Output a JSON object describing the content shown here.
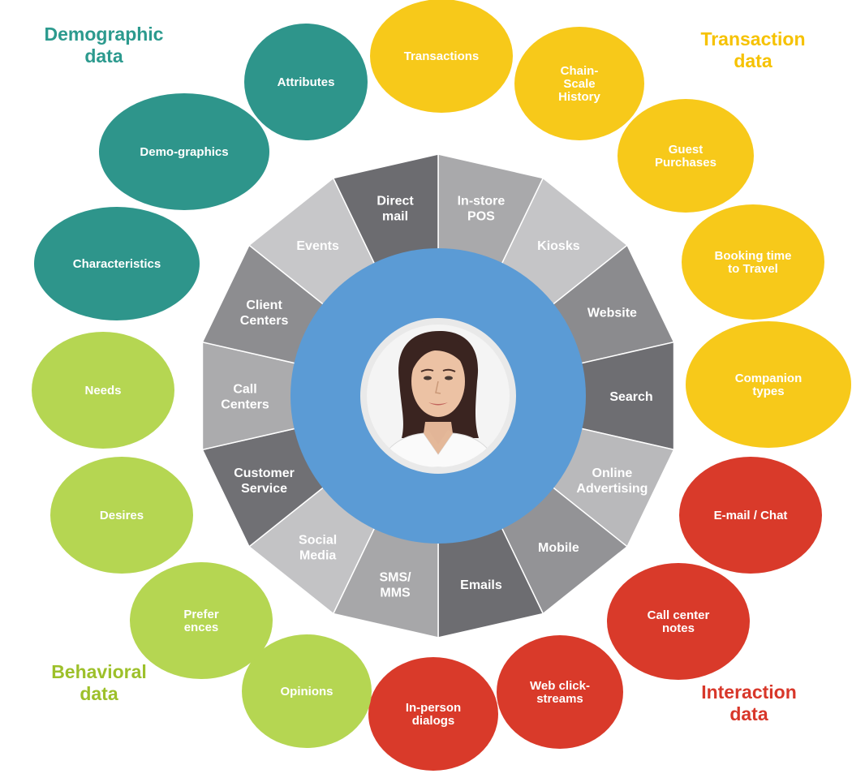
{
  "categories": {
    "demographic": {
      "title": "Demographic\ndata",
      "color": "#2c9a8e"
    },
    "transaction": {
      "title": "Transaction\ndata",
      "color": "#f6c200"
    },
    "behavioral": {
      "title": "Behavioral\ndata",
      "color": "#9dc02a"
    },
    "interaction": {
      "title": "Interaction\ndata",
      "color": "#d8372a"
    }
  },
  "bubble_colors": {
    "demographic": "#2e958b",
    "transaction": "#f7c91a",
    "behavioral": "#b5d652",
    "interaction": "#d93a2a"
  },
  "bubbles": [
    {
      "category": "transaction",
      "lines": [
        "Transactions"
      ]
    },
    {
      "category": "transaction",
      "lines": [
        "Chain-",
        "Scale",
        "History"
      ]
    },
    {
      "category": "transaction",
      "lines": [
        "Guest",
        "Purchases"
      ]
    },
    {
      "category": "transaction",
      "lines": [
        "Booking time",
        "to Travel"
      ]
    },
    {
      "category": "transaction",
      "lines": [
        "Companion",
        "types"
      ]
    },
    {
      "category": "interaction",
      "lines": [
        "E-mail / Chat"
      ]
    },
    {
      "category": "interaction",
      "lines": [
        "Call center",
        "notes"
      ]
    },
    {
      "category": "interaction",
      "lines": [
        "Web click-",
        "streams"
      ]
    },
    {
      "category": "interaction",
      "lines": [
        "In-person",
        "dialogs"
      ]
    },
    {
      "category": "behavioral",
      "lines": [
        "Opinions"
      ]
    },
    {
      "category": "behavioral",
      "lines": [
        "Prefer",
        "ences"
      ]
    },
    {
      "category": "behavioral",
      "lines": [
        "Desires"
      ]
    },
    {
      "category": "behavioral",
      "lines": [
        "Needs"
      ]
    },
    {
      "category": "demographic",
      "lines": [
        "Characteristics"
      ]
    },
    {
      "category": "demographic",
      "lines": [
        "Demo-graphics"
      ]
    },
    {
      "category": "demographic",
      "lines": [
        "Attributes"
      ]
    }
  ],
  "channels": [
    {
      "lines": [
        "In-store",
        "POS"
      ],
      "color": "#a9a9ab"
    },
    {
      "lines": [
        "Kiosks"
      ],
      "color": "#c5c5c7"
    },
    {
      "lines": [
        "Website"
      ],
      "color": "#8b8b8e"
    },
    {
      "lines": [
        "Search"
      ],
      "color": "#6e6e72"
    },
    {
      "lines": [
        "Online",
        "Advertising"
      ],
      "color": "#b9b9bb"
    },
    {
      "lines": [
        "Mobile"
      ],
      "color": "#939396"
    },
    {
      "lines": [
        "Emails"
      ],
      "color": "#6d6d71"
    },
    {
      "lines": [
        "SMS/",
        "MMS"
      ],
      "color": "#a7a7a9"
    },
    {
      "lines": [
        "Social",
        "Media"
      ],
      "color": "#c3c3c5"
    },
    {
      "lines": [
        "Customer",
        "Service"
      ],
      "color": "#707074"
    },
    {
      "lines": [
        "Call",
        "Centers"
      ],
      "color": "#ababad"
    },
    {
      "lines": [
        "Client",
        "Centers"
      ],
      "color": "#8d8d90"
    },
    {
      "lines": [
        "Events"
      ],
      "color": "#c7c7c9"
    },
    {
      "lines": [
        "Direct",
        "mail"
      ],
      "color": "#6c6c70"
    }
  ],
  "center": {
    "ring_color": "#5b9bd5",
    "portrait_icon": "woman-portrait"
  }
}
